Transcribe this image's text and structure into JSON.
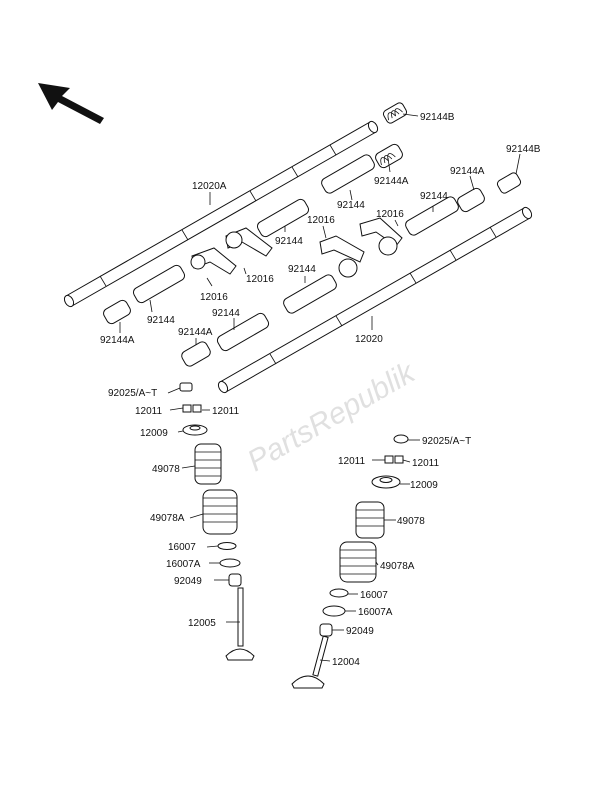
{
  "diagram": {
    "watermark": "PartsRepublik",
    "labels": [
      {
        "id": "l-92144B-1",
        "text": "92144B"
      },
      {
        "id": "l-92144B-2",
        "text": "92144B"
      },
      {
        "id": "l-12020A",
        "text": "12020A"
      },
      {
        "id": "l-92144A-1",
        "text": "92144A"
      },
      {
        "id": "l-92144A-2",
        "text": "92144A"
      },
      {
        "id": "l-92144-1",
        "text": "92144"
      },
      {
        "id": "l-12016-1",
        "text": "12016"
      },
      {
        "id": "l-12016-2",
        "text": "12016"
      },
      {
        "id": "l-92144-2",
        "text": "92144"
      },
      {
        "id": "l-92144-3",
        "text": "92144"
      },
      {
        "id": "l-12016-3",
        "text": "12016"
      },
      {
        "id": "l-92144-4",
        "text": "92144"
      },
      {
        "id": "l-12016-4",
        "text": "12016"
      },
      {
        "id": "l-92144-5",
        "text": "92144"
      },
      {
        "id": "l-92144-6",
        "text": "92144"
      },
      {
        "id": "l-92144A-3",
        "text": "92144A"
      },
      {
        "id": "l-92144A-4",
        "text": "92144A"
      },
      {
        "id": "l-12020",
        "text": "12020"
      },
      {
        "id": "l-92025-1",
        "text": "92025/A~T"
      },
      {
        "id": "l-12011-1",
        "text": "12011"
      },
      {
        "id": "l-12011-2",
        "text": "12011"
      },
      {
        "id": "l-12009-1",
        "text": "12009"
      },
      {
        "id": "l-49078-1",
        "text": "49078"
      },
      {
        "id": "l-49078A-1",
        "text": "49078A"
      },
      {
        "id": "l-16007-1",
        "text": "16007"
      },
      {
        "id": "l-16007A-1",
        "text": "16007A"
      },
      {
        "id": "l-92049-1",
        "text": "92049"
      },
      {
        "id": "l-12005",
        "text": "12005"
      },
      {
        "id": "l-92025-2",
        "text": "92025/A~T"
      },
      {
        "id": "l-12011-3",
        "text": "12011"
      },
      {
        "id": "l-12011-4",
        "text": "12011"
      },
      {
        "id": "l-12009-2",
        "text": "12009"
      },
      {
        "id": "l-49078-2",
        "text": "49078"
      },
      {
        "id": "l-49078A-2",
        "text": "49078A"
      },
      {
        "id": "l-16007-2",
        "text": "16007"
      },
      {
        "id": "l-16007A-2",
        "text": "16007A"
      },
      {
        "id": "l-92049-2",
        "text": "92049"
      },
      {
        "id": "l-12004",
        "text": "12004"
      }
    ]
  }
}
